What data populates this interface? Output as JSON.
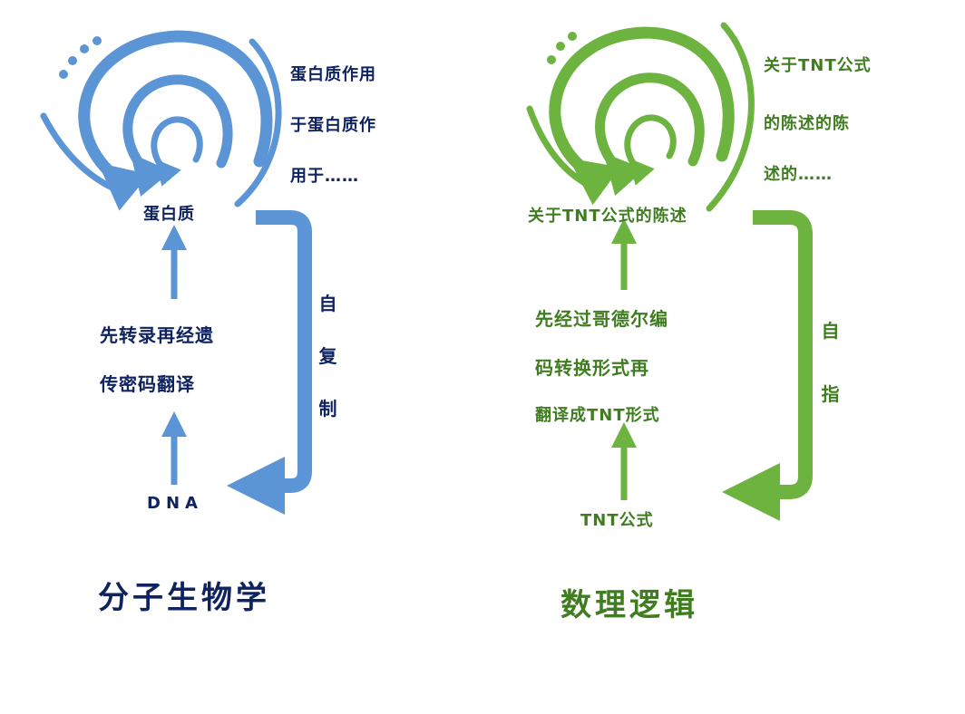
{
  "colors": {
    "blue": "#5b95d5",
    "blue_text": "#0f2360",
    "green": "#6db33f",
    "green_text": "#3f7d20"
  },
  "left": {
    "spiral_text": [
      "蛋白质作用",
      "于蛋白质作",
      "用于……"
    ],
    "node_top": "蛋白质",
    "process": [
      "先转录再经遗",
      "传密码翻译"
    ],
    "node_bottom": "DNA",
    "loop": [
      "自",
      "复",
      "制"
    ],
    "title": "分子生物学"
  },
  "right": {
    "spiral_text": [
      "关于TNT公式",
      "的陈述的陈",
      "述的……"
    ],
    "node_top": "关于TNT公式的陈述",
    "process": [
      "先经过哥德尔编",
      "码转换形式再",
      "翻译成TNT形式"
    ],
    "node_bottom": "TNT公式",
    "loop": [
      "自",
      "指"
    ],
    "title": "数理逻辑"
  }
}
